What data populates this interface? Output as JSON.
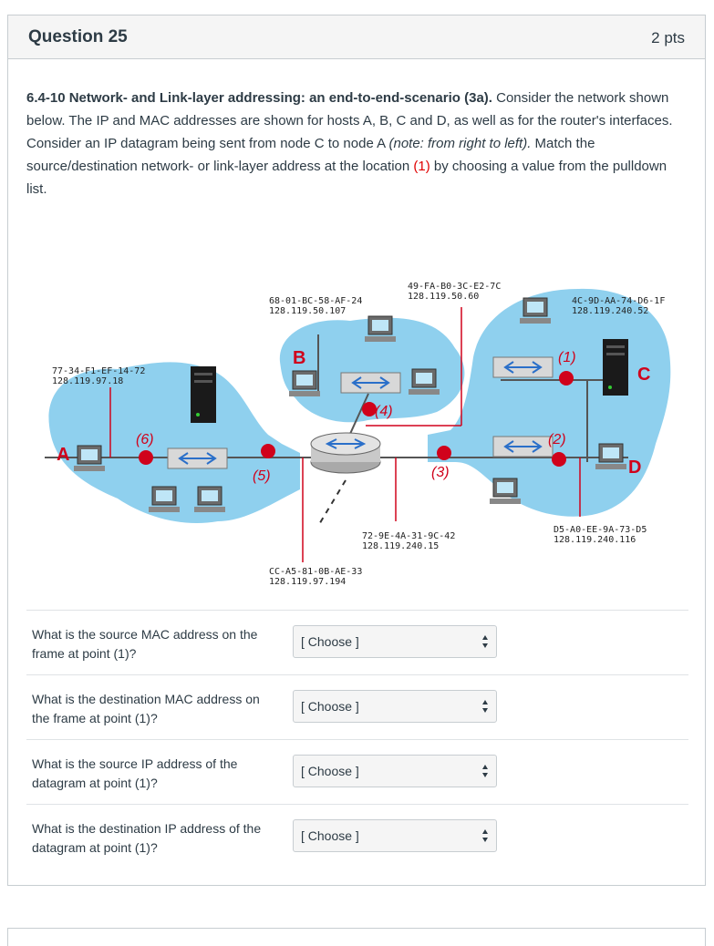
{
  "header": {
    "title": "Question 25",
    "points": "2 pts"
  },
  "question": {
    "heading": "6.4-10 Network- and Link-layer addressing: an end-to-end-scenario (3a).",
    "intro": " Consider the network shown below. The IP and MAC addresses are shown for hosts A, B, C and D, as well as for the router's interfaces. Consider an IP datagram being sent from node C to node A ",
    "note": "(note: from right to left).",
    "match_pre": " Match the source/destination network- or link-layer address at the location ",
    "point": "(1)",
    "match_post": " by choosing a value from the pulldown list."
  },
  "diagram": {
    "nodes": {
      "a": "A",
      "b": "B",
      "c": "C",
      "d": "D"
    },
    "points": {
      "p1": "(1)",
      "p2": "(2)",
      "p3": "(3)",
      "p4": "(4)",
      "p5": "(5)",
      "p6": "(6)"
    },
    "addresses": {
      "host_a_mac": "77-34-F1-EF-14-72",
      "host_a_ip": "128.119.97.18",
      "host_b_mac": "68-01-BC-58-AF-24",
      "host_b_ip": "128.119.50.107",
      "router_50_mac": "49-FA-B0-3C-E2-7C",
      "router_50_ip": "128.119.50.60",
      "host_c_mac": "4C-9D-AA-74-D6-1F",
      "host_c_ip": "128.119.240.52",
      "host_d_mac": "D5-A0-EE-9A-73-D5",
      "host_d_ip": "128.119.240.116",
      "router_240_mac": "72-9E-4A-31-9C-42",
      "router_240_ip": "128.119.240.15",
      "router_97_mac": "CC-A5-81-0B-AE-33",
      "router_97_ip": "128.119.97.194"
    }
  },
  "answers": [
    {
      "question": "What is the source MAC address on the frame at point (1)?",
      "selected": "[ Choose ]"
    },
    {
      "question": "What is the destination MAC address on the frame at point (1)?",
      "selected": "[ Choose ]"
    },
    {
      "question": "What is the source IP address of the datagram at point (1)?",
      "selected": "[ Choose ]"
    },
    {
      "question": "What is the destination IP address of the datagram at point (1)?",
      "selected": "[ Choose ]"
    }
  ],
  "colors": {
    "subnet_blue": "#8fd0ee",
    "point_red": "#d0021b",
    "text": "#2d3b45"
  }
}
